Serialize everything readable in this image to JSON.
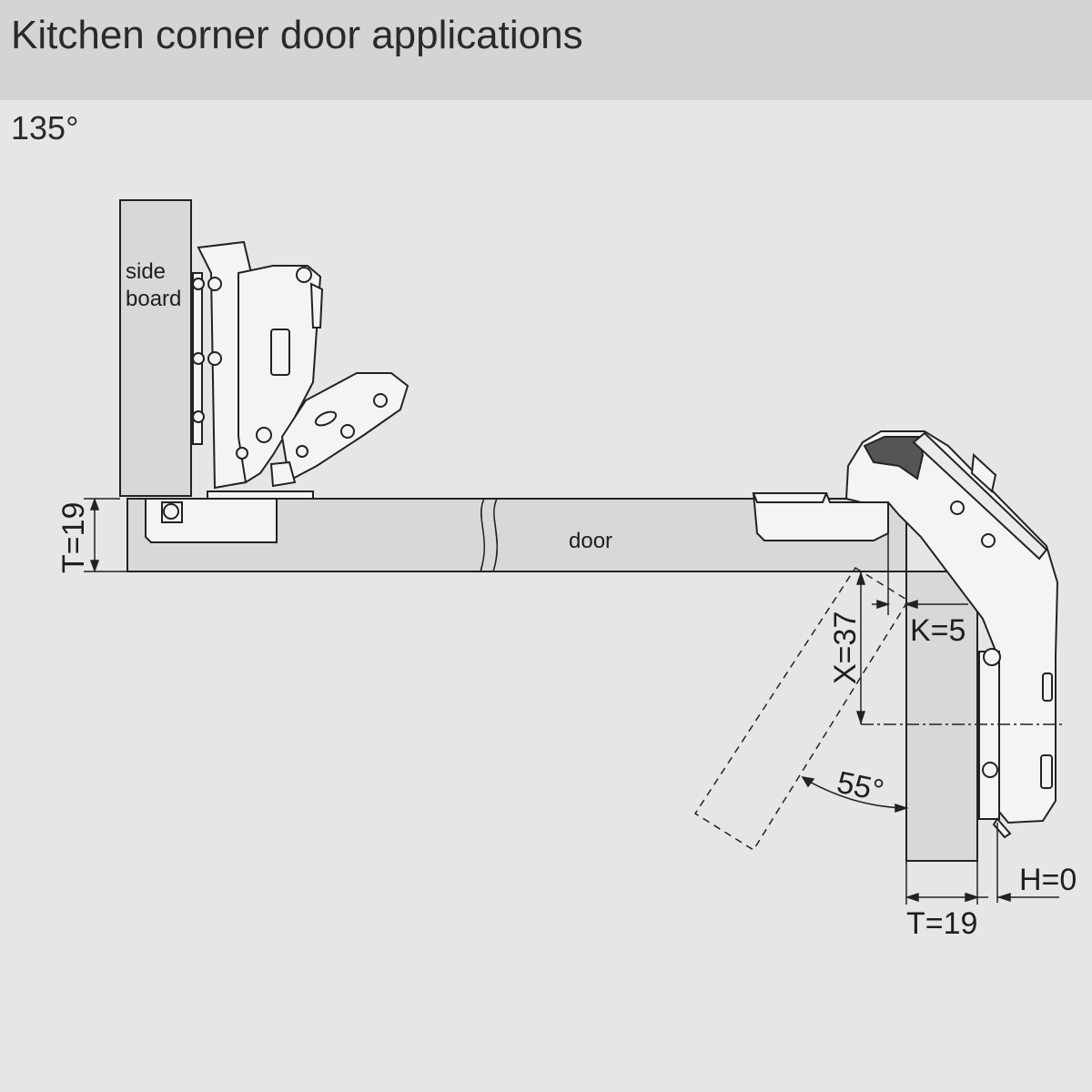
{
  "header": {
    "title": "Kitchen corner door applications"
  },
  "opening_angle": "135°",
  "labels": {
    "side_board_line1": "side",
    "side_board_line2": "board",
    "door": "door",
    "thickness_left": "T=19",
    "thickness_bottom": "T=19",
    "x_dim": "X=37",
    "k_dim": "K=5",
    "h_dim": "H=0",
    "angle_dim": "55°"
  },
  "colors": {
    "background": "#e6e6e8",
    "header": "#d4d4d6",
    "panel": "#d8d8da",
    "line": "#222222",
    "hinge_fill": "#f4f4f4"
  }
}
